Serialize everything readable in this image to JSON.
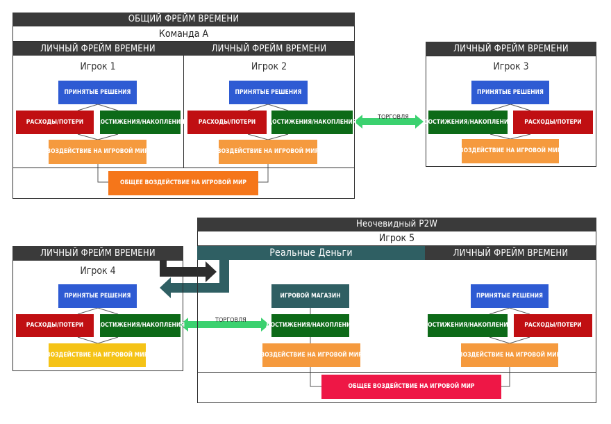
{
  "top": {
    "shared_frame": "ОБЩИЙ ФРЕЙМ ВРЕМЕНИ",
    "team": "Команда А",
    "personal_frame": "ЛИЧНЫЙ ФРЕЙМ ВРЕМЕНИ",
    "player1": "Игрок 1",
    "player2": "Игрок 2",
    "player3": "Игрок 3",
    "decisions": "ПРИНЯТЫЕ РЕШЕНИЯ",
    "expenses": "РАСХОДЫ/ПОТЕРИ",
    "achievements": "ДОСТИЖЕНИЯ/НАКОПЛЕНИЯ",
    "impact": "ВОЗДЕЙСТВИЕ НА ИГРОВОЙ МИР",
    "shared_impact": "ОБЩЕЕ ВОЗДЕЙСТВИЕ НА ИГРОВОЙ МИР",
    "trade": "ТОРГОВЛЯ"
  },
  "bottom": {
    "p2w": "Неочевидный P2W",
    "player5": "Игрок 5",
    "real_money": "Реальные Деньги",
    "personal_frame_right": "ЛИЧНЫЙ ФРЕЙМ ВРЕМЕНИ",
    "personal_frame_left": "ЛИЧНЫЙ ФРЕЙМ ВРЕМЕНИ",
    "player4": "Игрок 4",
    "decisions": "ПРИНЯТЫЕ РЕШЕНИЯ",
    "expenses": "РАСХОДЫ/ПОТЕРИ",
    "achievements": "ДОСТИЖЕНИЯ/НАКОПЛЕНИЯ",
    "impact": "ВОЗДЕЙСТВИЕ НА ИГРОВОЙ МИР",
    "shop": "ИГРОВОЙ МАГАЗИН",
    "shared_impact": "ОБЩЕЕ ВОЗДЕЙСТВИЕ НА ИГРОВОЙ МИР",
    "trade": "ТОРГОВЛЯ"
  },
  "colors": {
    "decisions": "#2e5bd3",
    "expenses": "#c00f12",
    "achievements": "#0d6a18",
    "impact": "#f59a3e",
    "shared_impact": "#f5761a",
    "yellow_impact": "#f5c316",
    "shop": "#2f5f63",
    "crimson": "#ee1746",
    "trade_arrow": "#3bd16f",
    "dark_arrow": "#2d2d2d",
    "teal_arrow": "#2f5f63"
  }
}
